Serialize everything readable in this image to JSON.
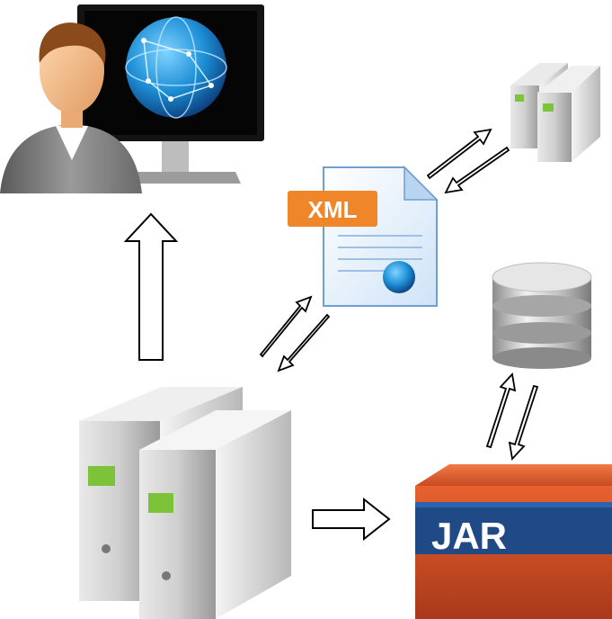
{
  "diagram": {
    "nodes": [
      {
        "id": "user-workstation",
        "icon": "user-monitor-globe-icon"
      },
      {
        "id": "remote-servers",
        "icon": "server-pair-small-icon"
      },
      {
        "id": "xml-document",
        "icon": "xml-file-icon",
        "label": "XML"
      },
      {
        "id": "database",
        "icon": "database-cylinder-icon"
      },
      {
        "id": "main-servers",
        "icon": "server-pair-large-icon"
      },
      {
        "id": "jar-archive",
        "icon": "jar-box-icon",
        "label": "JAR"
      }
    ],
    "edges": [
      {
        "from": "main-servers",
        "to": "user-workstation",
        "style": "single-arrow"
      },
      {
        "from": "main-servers",
        "to": "xml-document",
        "style": "double-arrow"
      },
      {
        "from": "xml-document",
        "to": "remote-servers",
        "style": "double-arrow"
      },
      {
        "from": "main-servers",
        "to": "jar-archive",
        "style": "single-arrow"
      },
      {
        "from": "jar-archive",
        "to": "database",
        "style": "double-arrow"
      }
    ],
    "colors": {
      "xml_tab": "#f0862a",
      "jar_orange": "#d9562a",
      "jar_band": "#1f4a86",
      "arrow_stroke": "#000000",
      "arrow_fill": "#ffffff",
      "screen_globe": "#1e8fd6",
      "server_led": "#7cc33a"
    }
  }
}
